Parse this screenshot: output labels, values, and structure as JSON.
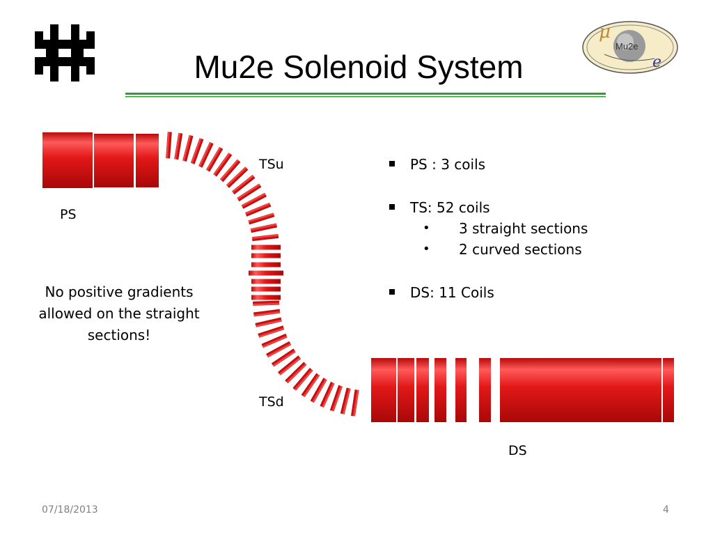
{
  "slide": {
    "title": "Mu2e Solenoid System",
    "logo_left": "fermilab-logo",
    "logo_right": {
      "name": "mu2e-logo",
      "text": "Mu2e",
      "mu": "μ",
      "e": "e"
    },
    "colors": {
      "coil": "#e11515",
      "coil_dark": "#9b0707",
      "coil_light": "#ff6a6a",
      "divider": "#2e9e2e"
    }
  },
  "diagram": {
    "labels": {
      "ps": "PS",
      "tsu": "TSu",
      "tsd": "TSd",
      "ds": "DS"
    },
    "note": "No positive gradients allowed on the straight sections!"
  },
  "bullets": {
    "ps": "PS : 3 coils",
    "ts": "TS: 52 coils",
    "ts_sub1": "3 straight sections",
    "ts_sub2": "2 curved sections",
    "ds": "DS: 11 Coils",
    "sub_marker": "•"
  },
  "footer": {
    "date": "07/18/2013",
    "page": "4"
  }
}
